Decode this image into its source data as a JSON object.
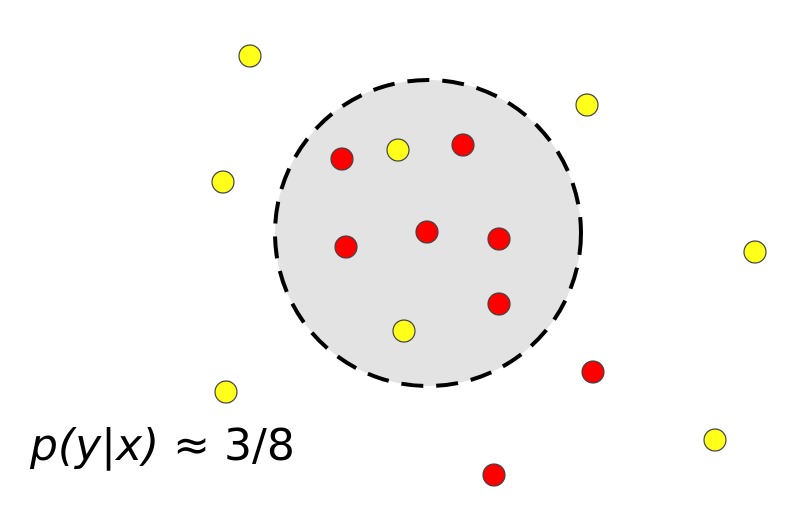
{
  "formula": {
    "lhs": "p(y|x)",
    "relation": "≈",
    "value": "3/8"
  },
  "colors": {
    "neighborhood_fill": "#e3e3e3",
    "neighborhood_stroke": "#000000",
    "red_point": "#ff0000",
    "yellow_point": "#ffff1a",
    "point_outline": "#444444"
  },
  "points": [
    {
      "class": "yellow",
      "inside_neighborhood": false
    },
    {
      "class": "yellow",
      "inside_neighborhood": false
    },
    {
      "class": "yellow",
      "inside_neighborhood": false
    },
    {
      "class": "yellow",
      "inside_neighborhood": false
    },
    {
      "class": "yellow",
      "inside_neighborhood": false
    },
    {
      "class": "yellow",
      "inside_neighborhood": false
    },
    {
      "class": "red",
      "inside_neighborhood": false
    },
    {
      "class": "red",
      "inside_neighborhood": false
    },
    {
      "class": "red",
      "inside_neighborhood": true
    },
    {
      "class": "red",
      "inside_neighborhood": true
    },
    {
      "class": "red",
      "inside_neighborhood": true
    },
    {
      "class": "red",
      "inside_neighborhood": true
    },
    {
      "class": "red",
      "inside_neighborhood": true
    },
    {
      "class": "red",
      "inside_neighborhood": true
    },
    {
      "class": "yellow",
      "inside_neighborhood": true
    },
    {
      "class": "yellow",
      "inside_neighborhood": true
    }
  ]
}
